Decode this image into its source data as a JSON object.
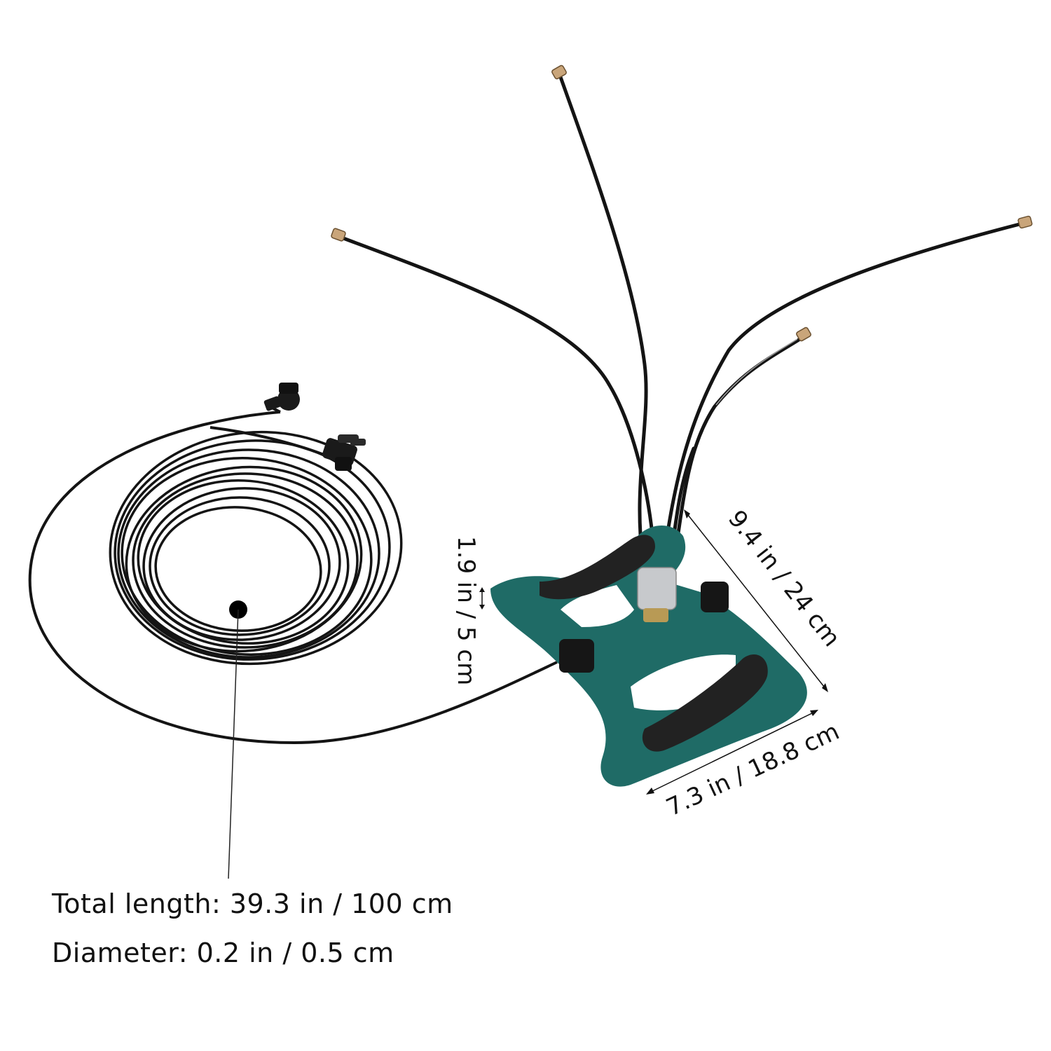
{
  "dimensions": {
    "height": "1.9 in / 5 cm",
    "length": "9.4 in / 24 cm",
    "width": "7.3 in / 18.8 cm"
  },
  "specs": {
    "total_length": "Total length: 39.3 in / 100 cm",
    "diameter": "Diameter: 0.2 in / 0.5 cm"
  },
  "colors": {
    "base": "#1f6b66",
    "grip": "#222222",
    "hose": "#141414",
    "nozzle": "#c9a57a"
  }
}
